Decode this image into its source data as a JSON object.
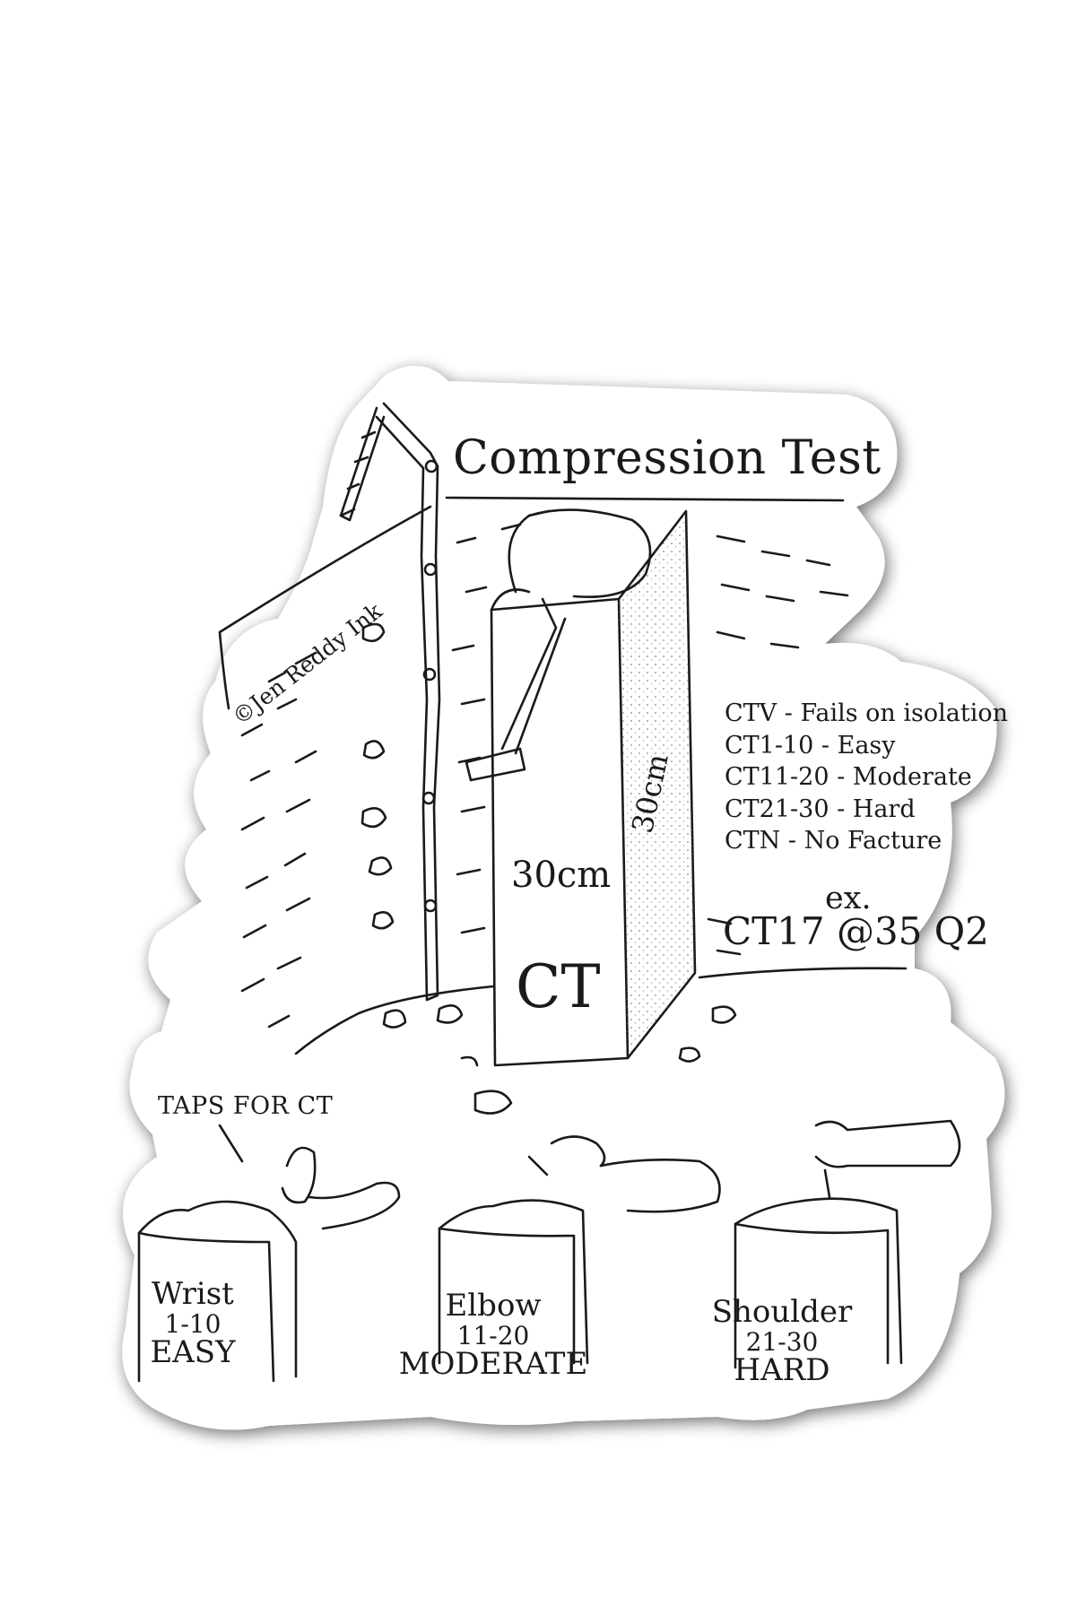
{
  "title": "Compression Test",
  "copyright": "©Jen Reddy Ink",
  "legend": [
    "CTV - Fails on isolation",
    "CT1-10 - Easy",
    "CT11-20 - Moderate",
    "CT21-30 - Hard",
    "CTN - No Facture"
  ],
  "example": {
    "label": "ex.",
    "value": "CT17 @35 Q2"
  },
  "block": {
    "front_dim": "30cm",
    "side_dim": "30cm",
    "label": "CT"
  },
  "taps": {
    "heading": "TAPS FOR CT",
    "items": [
      {
        "name": "Wrist",
        "range": "1-10",
        "level": "EASY"
      },
      {
        "name": "Elbow",
        "range": "11-20",
        "level": "MODERATE"
      },
      {
        "name": "Shoulder",
        "range": "21-30",
        "level": "HARD"
      }
    ]
  },
  "colors": {
    "ink": "#1a1a1a",
    "sticker": "#ffffff",
    "shadow": "#9a9a9a"
  }
}
